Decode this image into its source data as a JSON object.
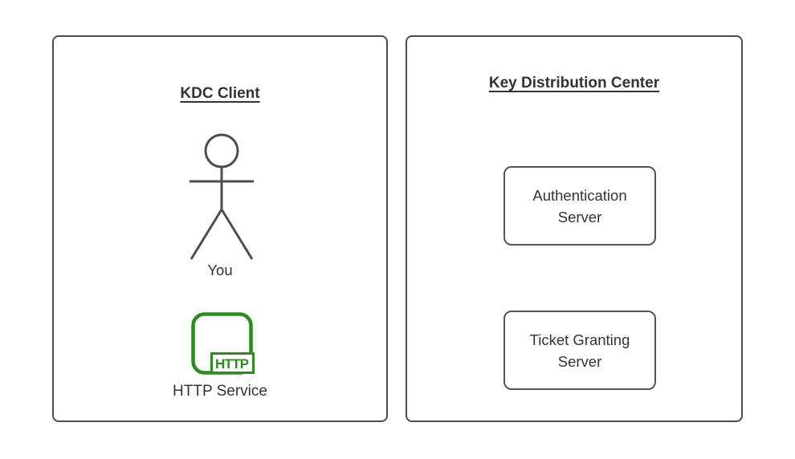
{
  "colors": {
    "background": "#ffffff",
    "panel_border": "#4d4d4d",
    "node_border": "#545454",
    "text": "#333333",
    "accent_green": "#2d8c1e"
  },
  "client_panel": {
    "title": "KDC Client",
    "person_label": "You",
    "http_badge": "HTTP",
    "service_label": "HTTP Service"
  },
  "kdc_panel": {
    "title": "Key Distribution Center",
    "boxes": [
      {
        "label": "Authentication Server"
      },
      {
        "label": "Ticket Granting Server"
      }
    ]
  }
}
